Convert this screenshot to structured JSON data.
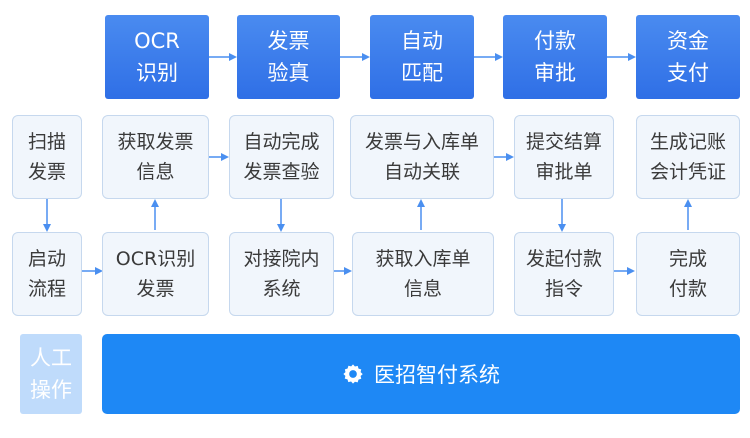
{
  "stages": [
    {
      "line1": "OCR",
      "line2": "识别"
    },
    {
      "line1": "发票",
      "line2": "验真"
    },
    {
      "line1": "自动",
      "line2": "匹配"
    },
    {
      "line1": "付款",
      "line2": "审批"
    },
    {
      "line1": "资金",
      "line2": "支付"
    }
  ],
  "steps_top": [
    {
      "line1": "扫描",
      "line2": "发票"
    },
    {
      "line1": "获取发票",
      "line2": "信息"
    },
    {
      "line1": "自动完成",
      "line2": "发票查验"
    },
    {
      "line1": "发票与入库单",
      "line2": "自动关联"
    },
    {
      "line1": "提交结算",
      "line2": "审批单"
    },
    {
      "line1": "生成记账",
      "line2": "会计凭证"
    }
  ],
  "steps_bottom": [
    {
      "line1": "启动",
      "line2": "流程"
    },
    {
      "line1": "OCR识别",
      "line2": "发票"
    },
    {
      "line1": "对接院内",
      "line2": "系统"
    },
    {
      "line1": "获取入库单",
      "line2": "信息"
    },
    {
      "line1": "发起付款",
      "line2": "指令"
    },
    {
      "line1": "完成",
      "line2": "付款"
    }
  ],
  "manual": {
    "line1": "人工",
    "line2": "操作"
  },
  "system": {
    "label": "医招智付系统",
    "icon": "gear-icon"
  },
  "colors": {
    "stage": "#2f6fe6",
    "step_bg": "#f1f6fc",
    "step_border": "#c6d8ee",
    "system": "#1e88f5",
    "manual": "#bfdbfb",
    "arrow": "#4a8ff0"
  }
}
